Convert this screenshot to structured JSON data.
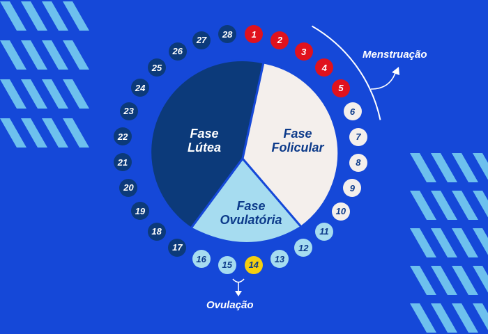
{
  "phases": {
    "luteal": "Fase\nLútea",
    "follicular": "Fase\nFolicular",
    "ovulatory": "Fase\nOvulatória"
  },
  "annotations": {
    "menstruation": "Menstruação",
    "ovulation": "Ovulação"
  },
  "colors": {
    "background": "#1548d8",
    "luteal": "#0c3a7a",
    "follicular": "#f4efec",
    "ovulatory": "#a6dcf0",
    "menstruation_day": "#e0121d",
    "follicular_day": "#f4efec",
    "ovulatory_day": "#a6dcf0",
    "ovulation_day": "#f5cf0f",
    "luteal_day": "#0c3a7a",
    "stripes": "#7dd6f2"
  },
  "days": [
    {
      "n": "1",
      "type": "menstruation"
    },
    {
      "n": "2",
      "type": "menstruation"
    },
    {
      "n": "3",
      "type": "menstruation"
    },
    {
      "n": "4",
      "type": "menstruation"
    },
    {
      "n": "5",
      "type": "menstruation"
    },
    {
      "n": "6",
      "type": "follicular"
    },
    {
      "n": "7",
      "type": "follicular"
    },
    {
      "n": "8",
      "type": "follicular"
    },
    {
      "n": "9",
      "type": "follicular"
    },
    {
      "n": "10",
      "type": "follicular"
    },
    {
      "n": "11",
      "type": "ovulatory"
    },
    {
      "n": "12",
      "type": "ovulatory"
    },
    {
      "n": "13",
      "type": "ovulatory"
    },
    {
      "n": "14",
      "type": "ovulation"
    },
    {
      "n": "15",
      "type": "ovulatory"
    },
    {
      "n": "16",
      "type": "ovulatory"
    },
    {
      "n": "17",
      "type": "luteal"
    },
    {
      "n": "18",
      "type": "luteal"
    },
    {
      "n": "19",
      "type": "luteal"
    },
    {
      "n": "20",
      "type": "luteal"
    },
    {
      "n": "21",
      "type": "luteal"
    },
    {
      "n": "22",
      "type": "luteal"
    },
    {
      "n": "23",
      "type": "luteal"
    },
    {
      "n": "24",
      "type": "luteal"
    },
    {
      "n": "25",
      "type": "luteal"
    },
    {
      "n": "26",
      "type": "luteal"
    },
    {
      "n": "27",
      "type": "luteal"
    },
    {
      "n": "28",
      "type": "luteal"
    }
  ]
}
